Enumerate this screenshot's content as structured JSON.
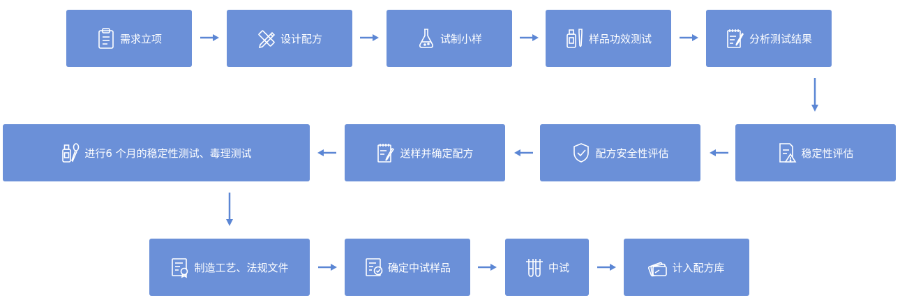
{
  "steps": [
    {
      "id": "s1",
      "label": "需求立项",
      "icon": "clipboard-icon"
    },
    {
      "id": "s2",
      "label": "设计配方",
      "icon": "ruler-pencil-icon"
    },
    {
      "id": "s3",
      "label": "试制小样",
      "icon": "flask-icon"
    },
    {
      "id": "s4",
      "label": "样品功效测试",
      "icon": "bottles-icon"
    },
    {
      "id": "s5",
      "label": "分析测试结果",
      "icon": "notepad-pen-icon"
    },
    {
      "id": "s6",
      "label": "稳定性评估",
      "icon": "document-warning-icon"
    },
    {
      "id": "s7",
      "label": "配方安全性评估",
      "icon": "shield-check-icon"
    },
    {
      "id": "s8",
      "label": "送样并确定配方",
      "icon": "notepad-edit-icon"
    },
    {
      "id": "s9",
      "label": "进行6 个月的稳定性测试、毒理测试",
      "icon": "bottle-dropper-icon"
    },
    {
      "id": "s10",
      "label": "制造工艺、法规文件",
      "icon": "certificate-icon"
    },
    {
      "id": "s11",
      "label": "确定中试样品",
      "icon": "document-check-icon"
    },
    {
      "id": "s12",
      "label": "中试",
      "icon": "test-tubes-icon"
    },
    {
      "id": "s13",
      "label": "计入配方库",
      "icon": "cards-stack-icon"
    }
  ],
  "colors": {
    "box": "#6b90d8",
    "arrow": "#5b86d4",
    "text": "#ffffff"
  }
}
